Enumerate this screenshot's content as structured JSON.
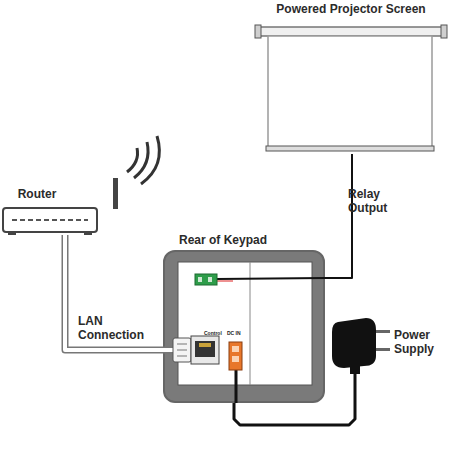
{
  "diagram": {
    "nodes": [
      {
        "text": [
          "Powered Projector Screen"
        ]
      },
      {
        "text": [
          "Router"
        ]
      },
      {
        "text": [
          "Rear of Keypad"
        ]
      },
      {
        "text": [
          "Power Supply"
        ]
      }
    ],
    "edges": [
      {
        "from": 1,
        "to": 2,
        "arrow": "none",
        "label": "LAN Connection"
      },
      {
        "from": 0,
        "to": 2,
        "arrow": "none",
        "label": "Relay Output"
      },
      {
        "from": 3,
        "to": 2,
        "arrow": "none"
      }
    ],
    "labels": [
      "Control",
      "DC IN"
    ]
  }
}
